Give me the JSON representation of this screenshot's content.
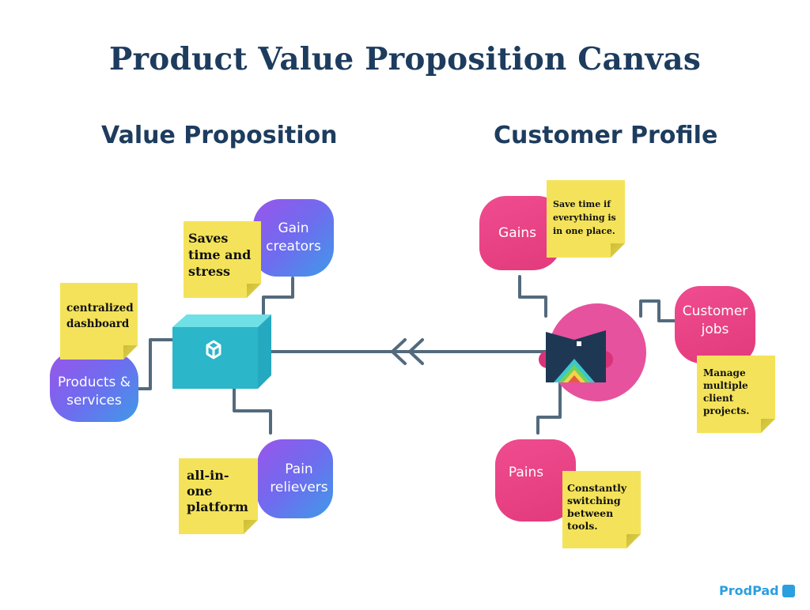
{
  "title": "Product Value Proposition Canvas",
  "value_proposition": {
    "heading": "Value Proposition",
    "gain_creators": {
      "label": "Gain creators",
      "note": "Saves time and stress"
    },
    "products_services": {
      "label": "Products & services",
      "note": "centralized dashboard"
    },
    "pain_relievers": {
      "label": "Pain relievers",
      "note": "all-in-one platform"
    }
  },
  "customer_profile": {
    "heading": "Customer Profile",
    "gains": {
      "label": "Gains",
      "note": "Save time if everything is in one place."
    },
    "customer_jobs": {
      "label": "Customer jobs",
      "note": "Manage multiple client projects."
    },
    "pains": {
      "label": "Pains",
      "note": "Constantly switching between tools."
    }
  },
  "brand": {
    "name": "ProdPad"
  },
  "colors": {
    "title": "#1d3c5e",
    "connector": "#536a7d",
    "cube_front": "#2bb6c9",
    "cube_top": "#6fe0e6",
    "cube_side": "#25a9c0",
    "circle": "#e6529e",
    "note": "#f4e35a"
  },
  "icons": {
    "cube": "cube-icon",
    "customer": "customer-figure-icon",
    "brand": "prodpad-logo-icon"
  }
}
